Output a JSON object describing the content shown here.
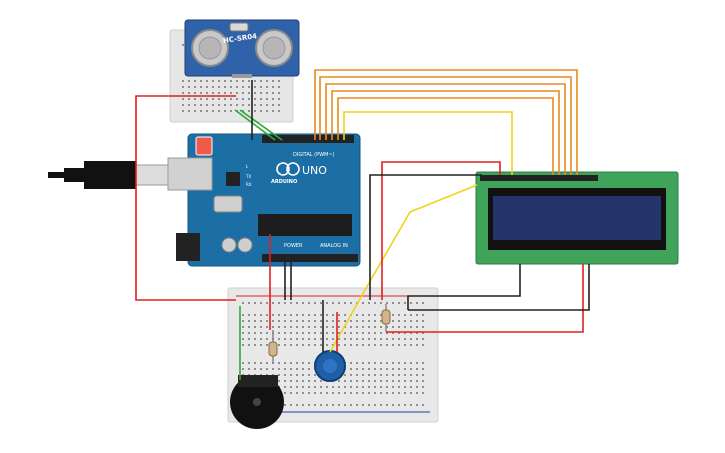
{
  "sensor": {
    "model": "HC-SR04"
  },
  "arduino": {
    "brand": "ARDUINO",
    "model": "UNO",
    "digital_label": "DIGITAL (PWM~)",
    "power_label": "POWER",
    "analog_label": "ANALOG IN",
    "tx_label": "TX",
    "rx_label": "RX",
    "l_label": "L"
  },
  "colors": {
    "board": "#1c6fa5",
    "lcd_pcb": "#3fa35a",
    "lcd_screen": "#25356b",
    "wire_red": "#e02020",
    "wire_black": "#222222",
    "wire_orange": "#e88a1e",
    "wire_yellow": "#f2d21b",
    "wire_green": "#2fa83a",
    "breadboard": "#e9e9e9",
    "potentiometer": "#1f5fa8",
    "buzzer": "#111111"
  },
  "icons": [
    "usb-cable-icon",
    "arduino-logo-icon"
  ]
}
